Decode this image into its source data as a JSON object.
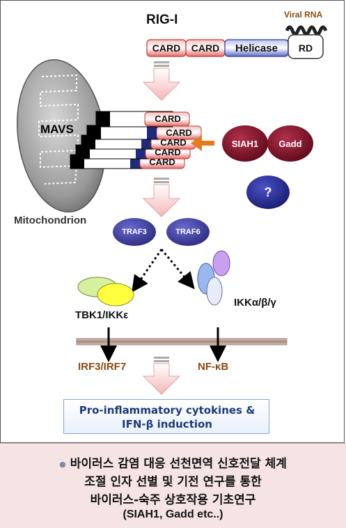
{
  "diagram": {
    "rig_i": "RIG-I",
    "viral_rna": "Viral RNA",
    "rig_domains": [
      "CARD",
      "CARD",
      "Helicase",
      "RD"
    ],
    "mavs": "MAVS",
    "mavs_card": "CARD",
    "mitochondrion": "Mitochondrion",
    "siah1": "SIAH1",
    "gadd": "Gadd",
    "unknown": "?",
    "traf3": "TRAF3",
    "traf6": "TRAF6",
    "tbk1": "TBK1/IKKε",
    "ikk": "IKKα/β/γ",
    "irf": "IRF3/IRF7",
    "nfkb": "NF-κB",
    "result_line1": "Pro-inflammatory cytokines &",
    "result_line2": "IFN-β induction"
  },
  "caption": {
    "bullet": "●",
    "line1": "바이러스 감염 대응 선천면역 신호전달 체계",
    "line2": "조절 인자 선별 및 기전 연구를 통한",
    "line3": "바이러스-숙주 상호작용 기초연구",
    "line4": "(SIAH1, Gadd etc..)"
  },
  "colors": {
    "card_red": "#e23b3b",
    "helicase_blue": "#2b3a9a",
    "traf_purple": "#3b3a98",
    "siah_maroon": "#6a0d22",
    "arrow_orange": "#e87a1e",
    "label_brown": "#8a4a10"
  }
}
